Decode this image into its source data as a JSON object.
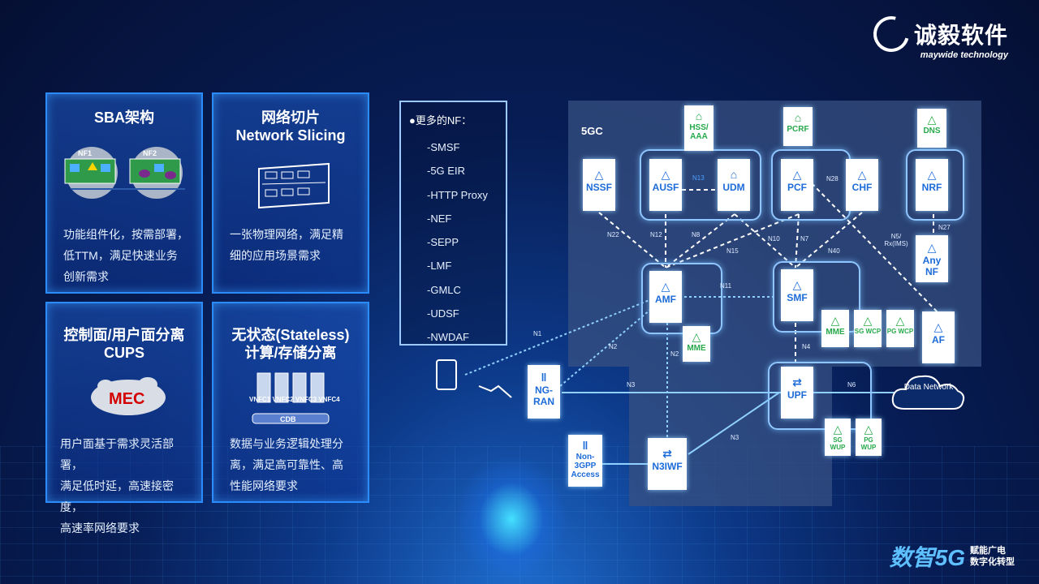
{
  "brand": {
    "name": "诚毅软件",
    "sub": "maywide technology"
  },
  "cards": [
    {
      "title": "SBA架构",
      "nf_labels": [
        "NF1",
        "NF2"
      ],
      "desc": [
        "功能组件化，按需部署，",
        "低TTM，满足快速业务",
        "创新需求"
      ]
    },
    {
      "title": "网络切片",
      "subtitle": "Network Slicing",
      "desc": [
        "一张物理网络，满足精",
        "细的应用场景需求"
      ]
    },
    {
      "title": "控制面/用户面分离",
      "subtitle": "CUPS",
      "badge": "MEC",
      "desc": [
        "用户面基于需求灵活部署，",
        "满足低时延，高速接密度，",
        "高速率网络要求"
      ]
    },
    {
      "title": "无状态(Stateless)",
      "subtitle": "计算/存储分离",
      "vnf_labels": "VNFC1 VNFC2 VNFC3 VNFC4",
      "db_label": "CDB",
      "desc": [
        "数据与业务逻辑处理分",
        "离，满足高可靠性、高",
        "性能网络要求"
      ]
    }
  ],
  "more_nf": {
    "heading": "●更多的NF：",
    "items": [
      "-SMSF",
      "-5G EIR",
      "-HTTP  Proxy",
      "-NEF",
      "-SEPP",
      "-LMF",
      "-GMLC",
      "-UDSF",
      "-NWDAF"
    ]
  },
  "diagram": {
    "core_label": "5GC",
    "nodes": {
      "nssf": "NSSF",
      "ausf": "AUSF",
      "udm": "UDM",
      "pcf": "PCF",
      "chf": "CHF",
      "nrf": "NRF",
      "hss": "HSS/ AAA",
      "pcrf": "PCRF",
      "dns": "DNS",
      "anynf": "Any NF",
      "amf": "AMF",
      "smf": "SMF",
      "mme1": "MME",
      "mme2": "MME",
      "sgwcp": "SG WCP",
      "pgwcp": "PG WCP",
      "af": "AF",
      "upf": "UPF",
      "sgwup": "SG WUP",
      "pgwup": "PG WUP",
      "ngran": "NG- RAN",
      "n3iwf": "N3IWF",
      "non3gpp": "Non- 3GPP Access",
      "dn": "Data Network"
    },
    "interfaces": {
      "n13": "N13",
      "n28": "N28",
      "n27": "N27",
      "n22": "N22",
      "n12": "N12",
      "n8": "N8",
      "n10": "N10",
      "n7": "N7",
      "n15": "N15",
      "n40": "N40",
      "n5": "N5/ Rx(IMS)",
      "n11": "N11",
      "n1": "N1",
      "n2a": "N2",
      "n2b": "N2",
      "n4": "N4",
      "n3a": "N3",
      "n3b": "N3",
      "n6": "N6"
    }
  },
  "footer": {
    "big": "数智5G",
    "line1": "赋能广电",
    "line2": "数字化转型"
  }
}
